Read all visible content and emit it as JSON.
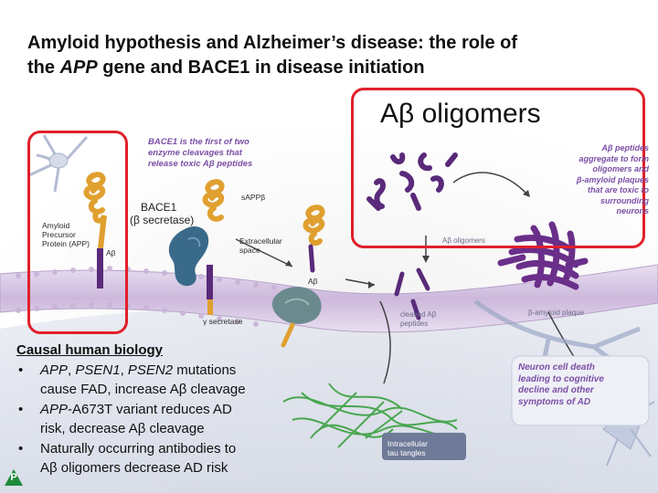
{
  "title": {
    "line1": "Amyloid hypothesis and Alzheimer’s disease: the role of",
    "line2_pre": "the ",
    "line2_gene": "APP",
    "line2_post": " gene and BACE1 in disease initiation"
  },
  "oligomers_label": "Aβ oligomers",
  "diagram": {
    "bace1_note": [
      "BACE1 is the first of two",
      "enzyme cleavages that",
      "release toxic Aβ peptides"
    ],
    "app_label": [
      "Amyloid",
      "Precursor",
      "Protein (APP)"
    ],
    "abeta_small": "Aβ",
    "bace1_label": [
      "BACE1",
      "(β secretase)"
    ],
    "sappb": "sAPPβ",
    "extracellular": [
      "Extracellular",
      "space"
    ],
    "abeta_mid": "Aβ",
    "gamma_secretase": "γ secretase",
    "cleaved_abeta": [
      "cleaved Aβ",
      "peptides"
    ],
    "abeta_oligomers_small": "Aβ oligomers",
    "plaque": "β-amyloid plaque",
    "aggregate_note": [
      "Aβ peptides",
      "aggregate to form",
      "oligomers and",
      "β-amyloid plaques",
      "that are toxic to",
      "surrounding",
      "neurons"
    ],
    "death_note": [
      "Neuron cell death",
      "leading to cognitive",
      "decline and other",
      "symptoms of AD"
    ],
    "tau_label": [
      "Intracellular",
      "tau tangles"
    ]
  },
  "causal": {
    "heading": "Causal human biology",
    "bullet": "•",
    "item1": {
      "g1": "APP",
      "s1": ", ",
      "g2": "PSEN1",
      "s2": ", ",
      "g3": "PSEN2",
      "rest1": " mutations",
      "line2": "cause FAD, increase Aβ cleavage"
    },
    "item2": {
      "g1": "APP",
      "rest1": "-A673T variant reduces AD",
      "line2": "risk, decrease Aβ cleavage"
    },
    "item3": {
      "line1": "Naturally occurring antibodies to",
      "line2": "Aβ oligomers decrease AD risk"
    }
  },
  "badge_letter": "P",
  "colors": {
    "red_box": "#e0202a",
    "purple_text": "#7b4fa6",
    "membrane": "#d8c8e0",
    "app_protein": "#e0a030",
    "abeta_purple": "#5a2a7a",
    "bace1_teal": "#3a6a8a",
    "tau_green": "#3aa040"
  }
}
